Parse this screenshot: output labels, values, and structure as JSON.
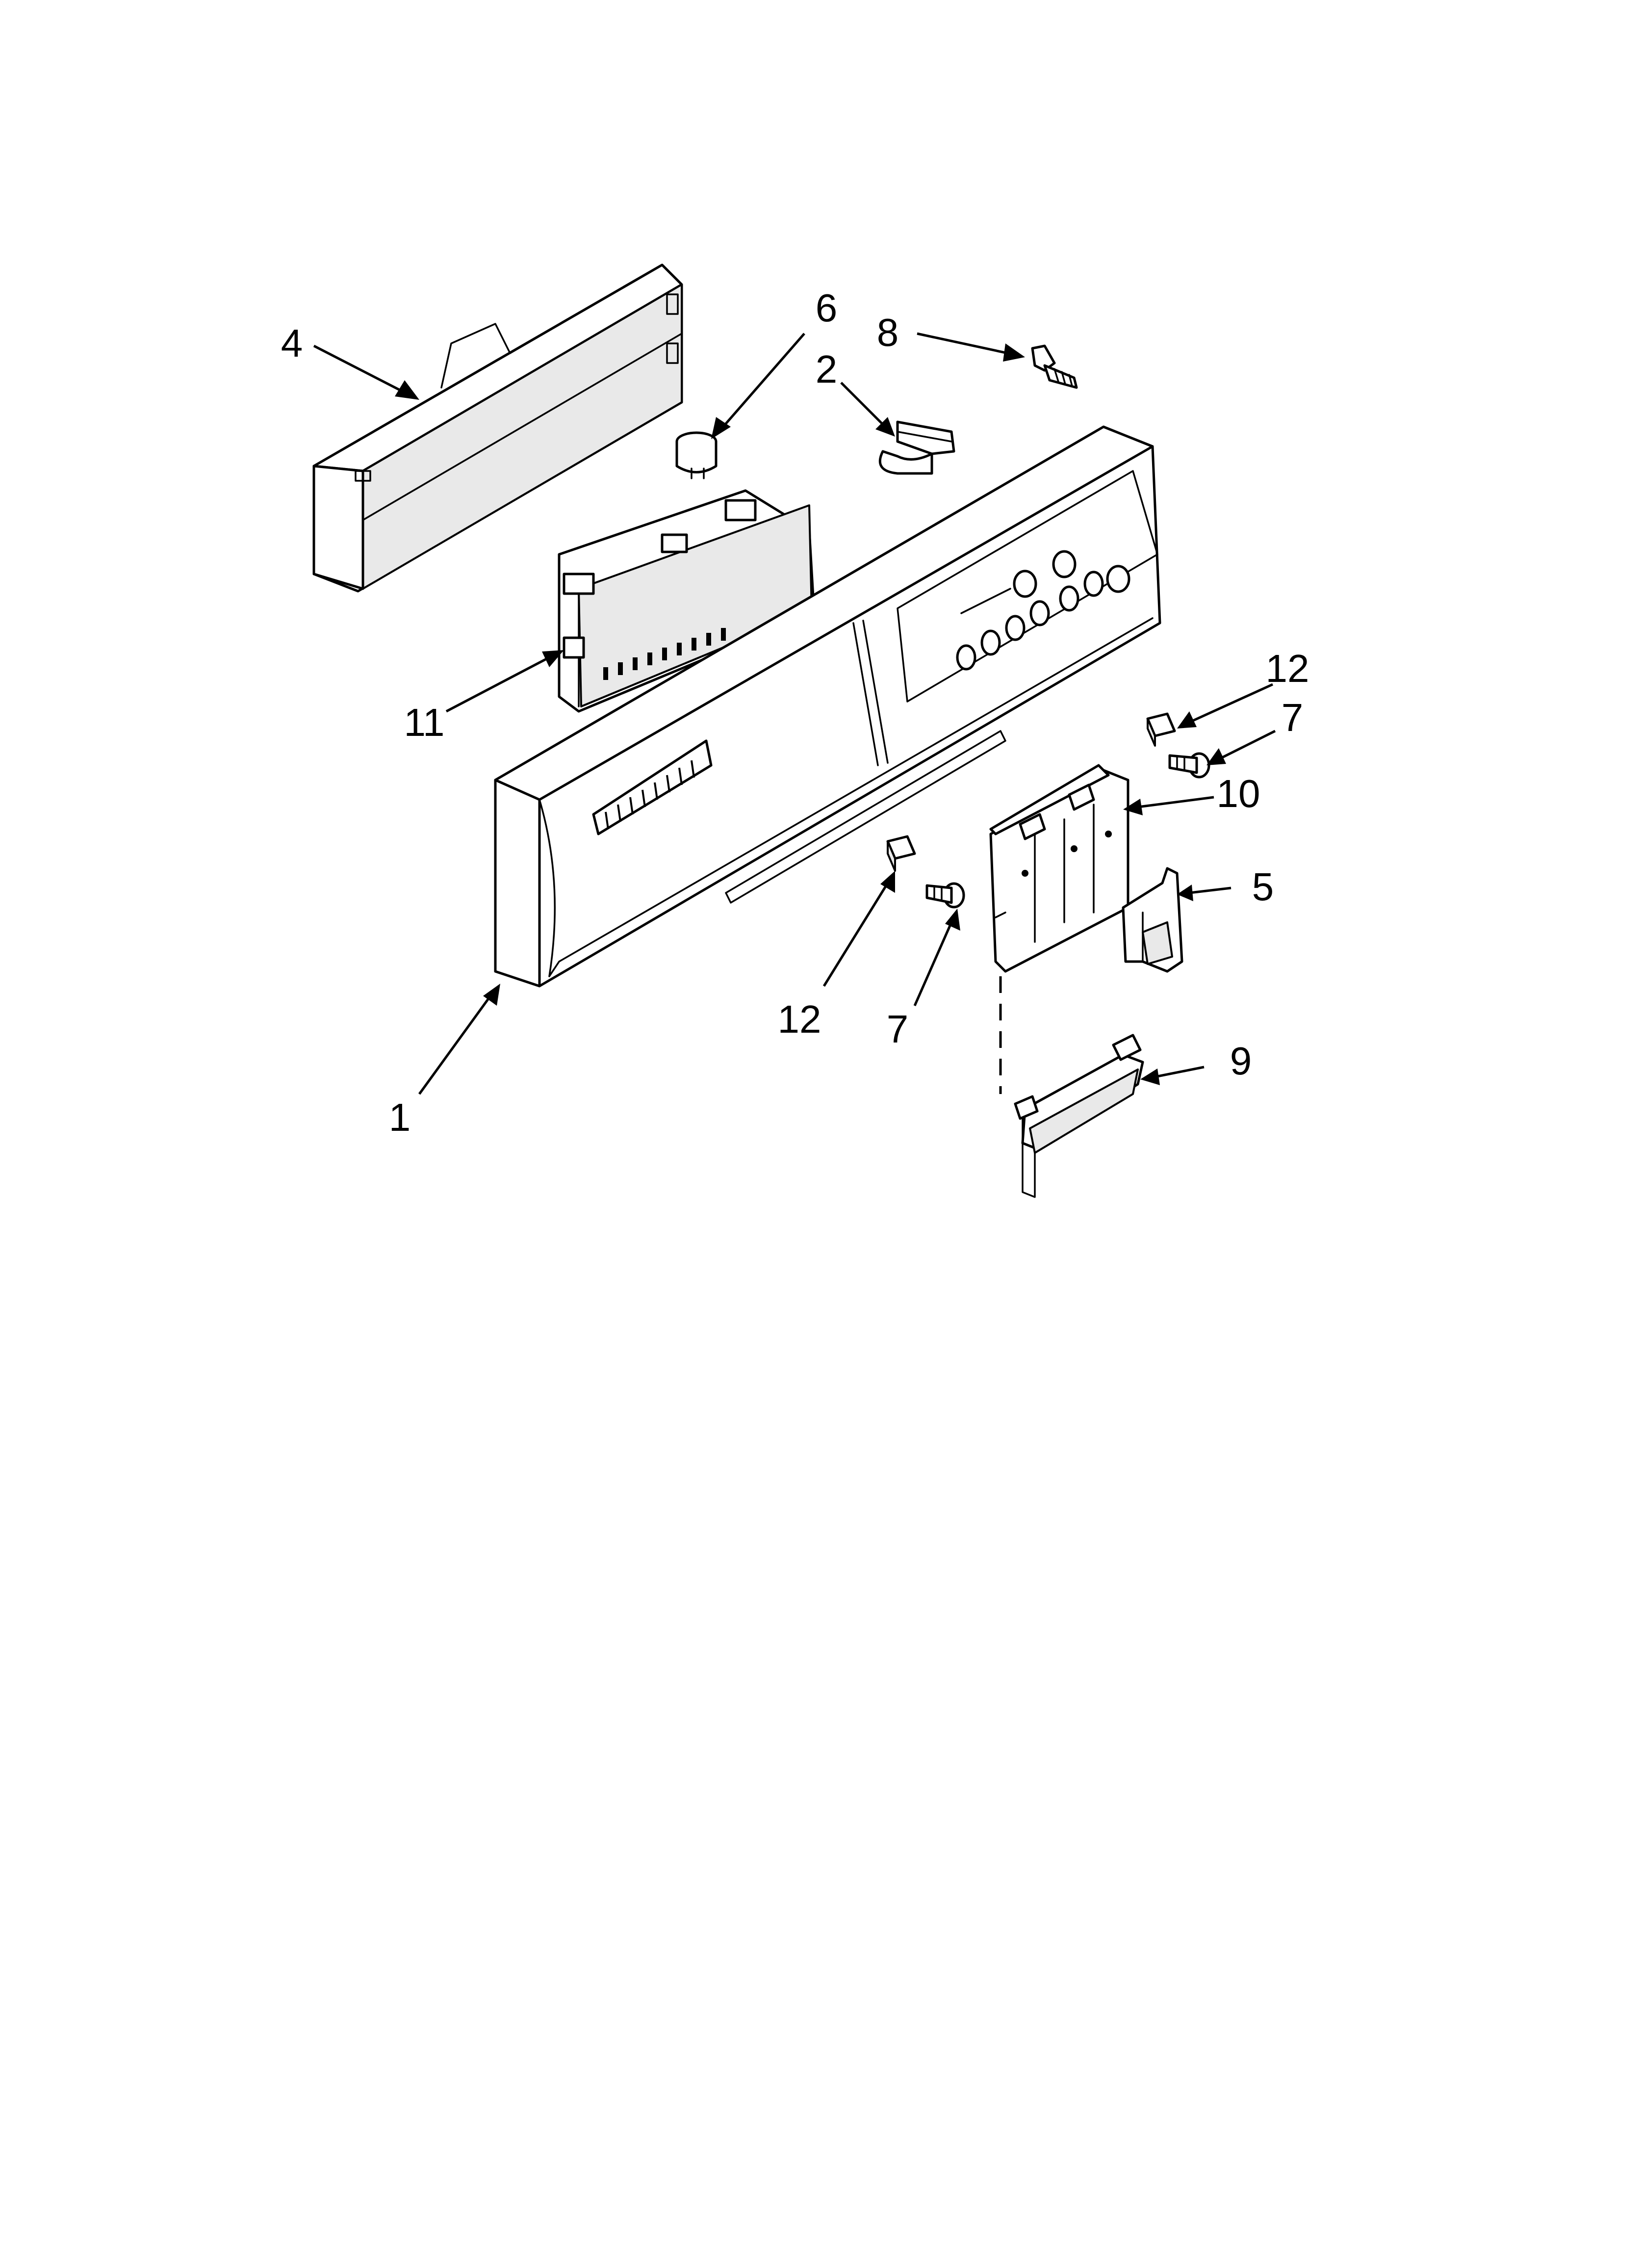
{
  "callouts": [
    {
      "id": "c1",
      "label": "1"
    },
    {
      "id": "c2",
      "label": "2"
    },
    {
      "id": "c4",
      "label": "4"
    },
    {
      "id": "c5",
      "label": "5"
    },
    {
      "id": "c6",
      "label": "6"
    },
    {
      "id": "c7a",
      "label": "7"
    },
    {
      "id": "c7b",
      "label": "7"
    },
    {
      "id": "c8",
      "label": "8"
    },
    {
      "id": "c9",
      "label": "9"
    },
    {
      "id": "c10",
      "label": "10"
    },
    {
      "id": "c11",
      "label": "11"
    },
    {
      "id": "c12a",
      "label": "12"
    },
    {
      "id": "c12b",
      "label": "12"
    }
  ],
  "colors": {
    "line": "#000000",
    "background": "#ffffff",
    "shade": "#e9e9e9"
  }
}
